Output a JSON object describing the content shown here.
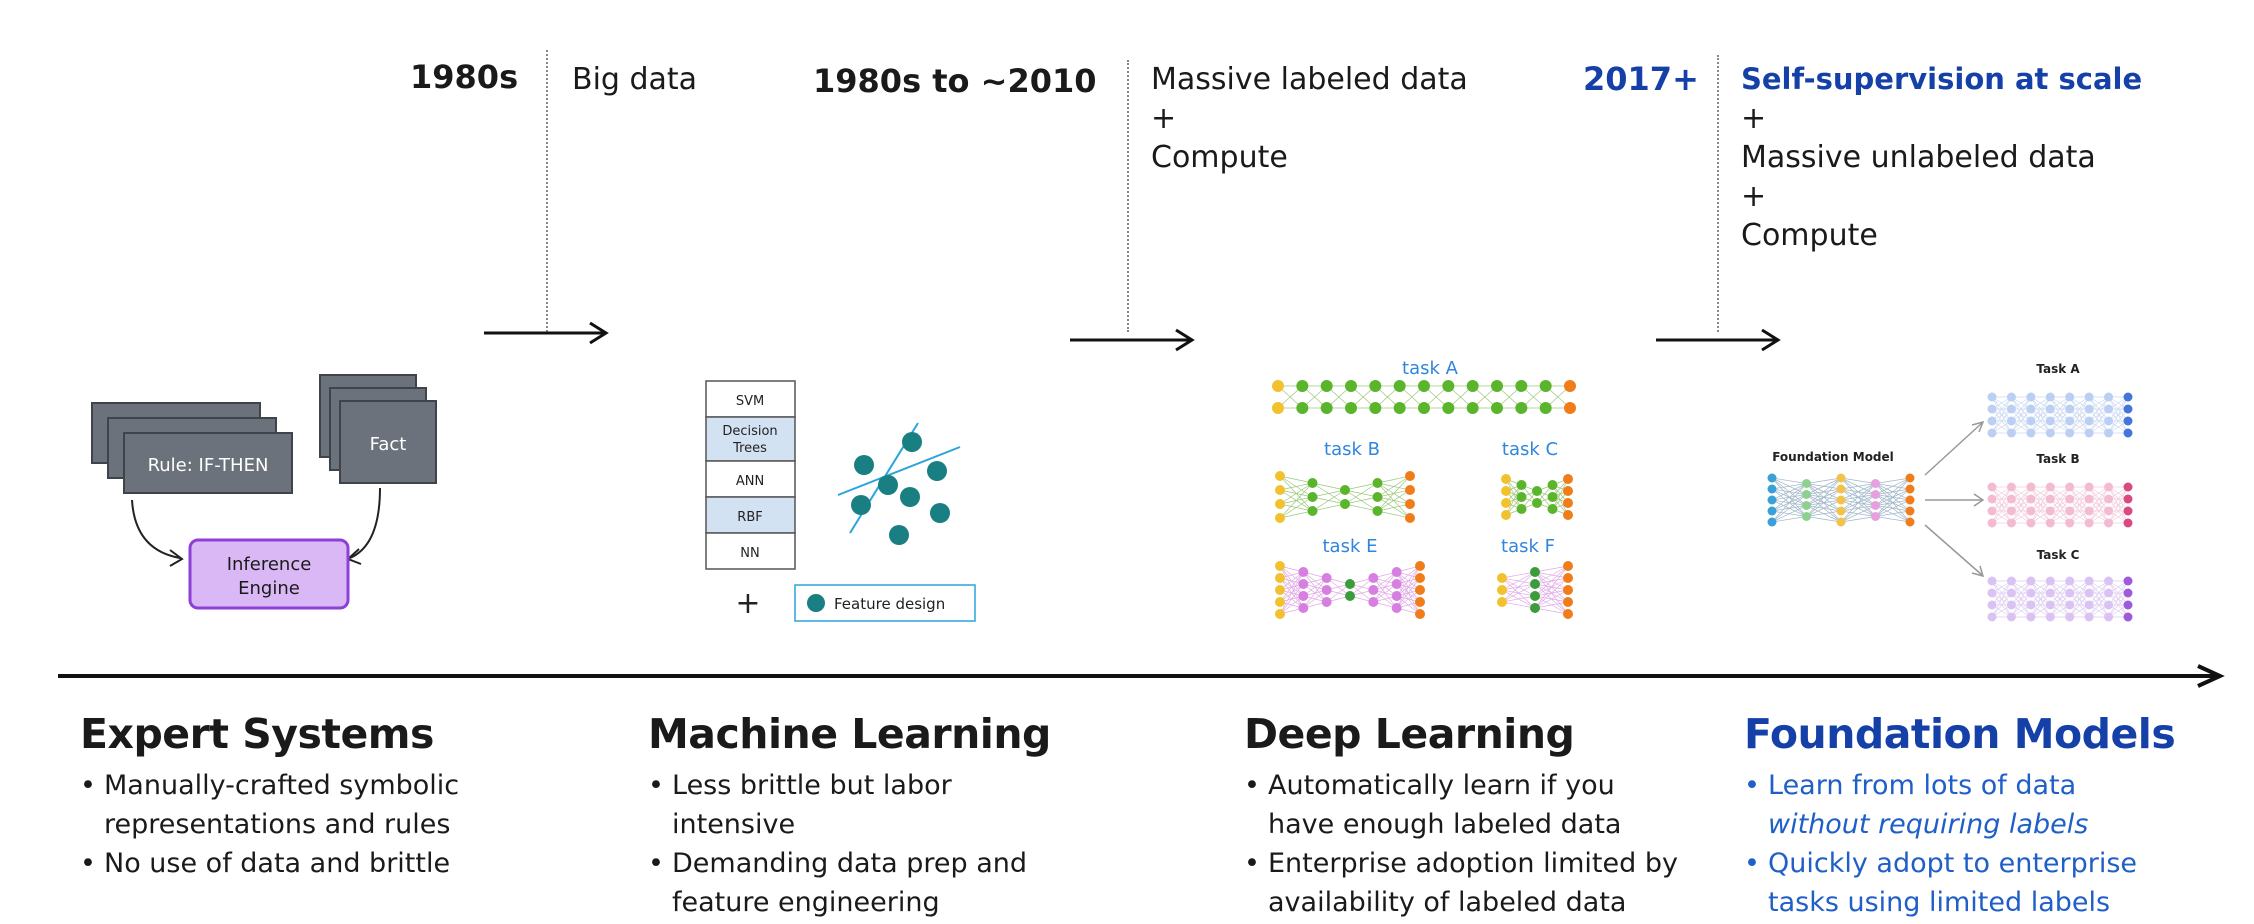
{
  "timeline": {
    "eras": [
      {
        "period": "1980s",
        "conditions": [
          "Big data"
        ]
      },
      {
        "period": "1980s to ~2010",
        "conditions": [
          "Massive labeled data",
          "+",
          "Compute"
        ]
      },
      {
        "period": "2017+",
        "conditions": [
          "Self-supervision at scale",
          "+",
          "Massive unlabeled data",
          "+",
          "Compute"
        ]
      }
    ]
  },
  "colors": {
    "foundation_blue": "#1540a8",
    "foundation_list_blue": "#1f5fc7",
    "inference_purple": "#8e3fd8"
  },
  "expert": {
    "rule_label": "Rule: IF-THEN",
    "fact_label": "Fact",
    "engine_line1": "Inference",
    "engine_line2": "Engine"
  },
  "ml": {
    "methods": [
      "SVM",
      "Decision Trees",
      "ANN",
      "RBF",
      "NN"
    ],
    "plus": "+",
    "feature_label": "Feature design"
  },
  "dl": {
    "tasks": [
      "task A",
      "task B",
      "task C",
      "task E",
      "task F"
    ]
  },
  "fm": {
    "model_label": "Foundation Model",
    "tasks": [
      "Task A",
      "Task B",
      "Task C"
    ]
  },
  "sections": [
    {
      "title": "Expert Systems",
      "points": [
        "Manually-crafted symbolic representations and rules",
        "No use of data and brittle"
      ]
    },
    {
      "title": "Machine Learning",
      "points": [
        "Less brittle but labor intensive",
        "Demanding data prep and feature engineering"
      ]
    },
    {
      "title": "Deep Learning",
      "points": [
        "Automatically learn if you have enough labeled data",
        "Enterprise adoption limited by availability of labeled data"
      ]
    },
    {
      "title": "Foundation Models",
      "points_html": true,
      "point1_a": "Learn from lots of data",
      "point1_b": "without requiring labels",
      "point2": "Quickly adopt to enterprise tasks using limited labels"
    }
  ]
}
